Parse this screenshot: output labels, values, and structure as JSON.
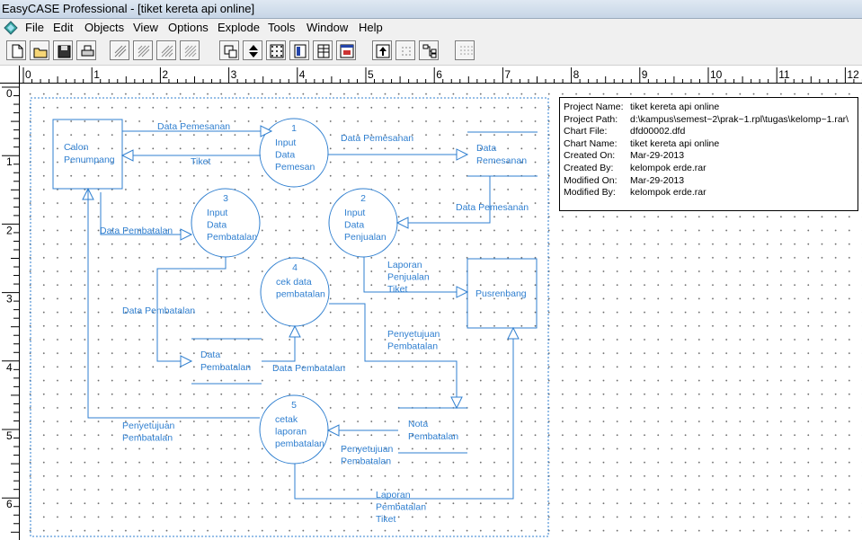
{
  "window": {
    "title": "EasyCASE Professional - [tiket kereta api online]"
  },
  "menu": [
    "File",
    "Edit",
    "Objects",
    "View",
    "Options",
    "Explode",
    "Tools",
    "Window",
    "Help"
  ],
  "toolbar": {
    "buttons": [
      "new-file-icon",
      "open-folder-icon",
      "save-disk-icon",
      "print-icon",
      "tool-hatch-1-icon",
      "tool-hatch-2-icon",
      "tool-hatch-3-icon",
      "tool-hatch-4-icon",
      "select-rect-icon",
      "move-updown-icon",
      "grid-dots-icon",
      "column-view-icon",
      "table-view-icon",
      "chart-window-icon",
      "explode-up-icon",
      "dotted-icon",
      "hierarchy-icon",
      "dotted-grid-icon"
    ]
  },
  "ruler": {
    "horizontal": [
      "0",
      "1",
      "2",
      "3",
      "4",
      "5",
      "6",
      "7",
      "8",
      "9",
      "10",
      "11",
      "12"
    ],
    "vertical": [
      "0",
      "1",
      "2",
      "3",
      "4",
      "5",
      "6"
    ]
  },
  "info": {
    "rows": [
      {
        "key": "Project Name:",
        "value": "tiket kereta api online"
      },
      {
        "key": "Project Path:",
        "value": "d:\\kampus\\semest~2\\prak~1.rpl\\tugas\\kelomp~1.rar\\"
      },
      {
        "key": "Chart File:",
        "value": "dfd00002.dfd"
      },
      {
        "key": "Chart Name:",
        "value": "tiket kereta api online"
      },
      {
        "key": "Created On:",
        "value": "Mar-29-2013"
      },
      {
        "key": "Created By:",
        "value": "kelompok erde.rar"
      },
      {
        "key": "Modified On:",
        "value": "Mar-29-2013"
      },
      {
        "key": "Modified By:",
        "value": "kelompok erde.rar"
      }
    ]
  },
  "diagram": {
    "entities": [
      {
        "id": "calon",
        "lines": [
          "Calon",
          "Penumpang"
        ]
      },
      {
        "id": "pusrenbang",
        "lines": [
          "Pusrenbang"
        ]
      }
    ],
    "processes": [
      {
        "id": "p1",
        "number": "1",
        "lines": [
          "Input",
          "Data",
          "Pemesan"
        ]
      },
      {
        "id": "p2",
        "number": "2",
        "lines": [
          "Input",
          "Data",
          "Penjualan"
        ]
      },
      {
        "id": "p3",
        "number": "3",
        "lines": [
          "Input",
          "Data",
          "Pembatalan"
        ]
      },
      {
        "id": "p4",
        "number": "4",
        "lines": [
          "cek data",
          "pembatalan"
        ]
      },
      {
        "id": "p5",
        "number": "5",
        "lines": [
          "cetak",
          "laporan",
          "pembatalan"
        ]
      }
    ],
    "stores": [
      {
        "id": "s1",
        "lines": [
          "Data",
          "Pemesanan"
        ]
      },
      {
        "id": "s2",
        "lines": [
          "Data",
          "Pembatalan"
        ]
      },
      {
        "id": "s3",
        "lines": [
          "Nota",
          "Pembatalan"
        ]
      }
    ],
    "flows": [
      {
        "id": "f1",
        "lines": [
          "Data Pemesanan"
        ]
      },
      {
        "id": "f2",
        "lines": [
          "Tiket"
        ]
      },
      {
        "id": "f3",
        "lines": [
          "Data Pemesanan"
        ]
      },
      {
        "id": "f4",
        "lines": [
          "Data Pemesanan"
        ]
      },
      {
        "id": "f5",
        "lines": [
          "Data Pembatalan"
        ]
      },
      {
        "id": "f6",
        "lines": [
          "Laporan",
          "Penjualan",
          "Tiket"
        ]
      },
      {
        "id": "f7",
        "lines": [
          "Data Pembatalan"
        ]
      },
      {
        "id": "f8",
        "lines": [
          "Data Pembatalan"
        ]
      },
      {
        "id": "f9",
        "lines": [
          "Penyetujuan",
          "Pembatalan"
        ]
      },
      {
        "id": "f10",
        "lines": [
          "Penyetujuan",
          "Pembatalan"
        ]
      },
      {
        "id": "f11",
        "lines": [
          "Penyetujuan",
          "Pembatalan"
        ]
      },
      {
        "id": "f12",
        "lines": [
          "Laporan",
          "Pembatalan",
          "Tiket"
        ]
      }
    ]
  },
  "colors": {
    "diagram_blue": "#2f7fd0",
    "menu_bg": "#f0f0f0"
  }
}
